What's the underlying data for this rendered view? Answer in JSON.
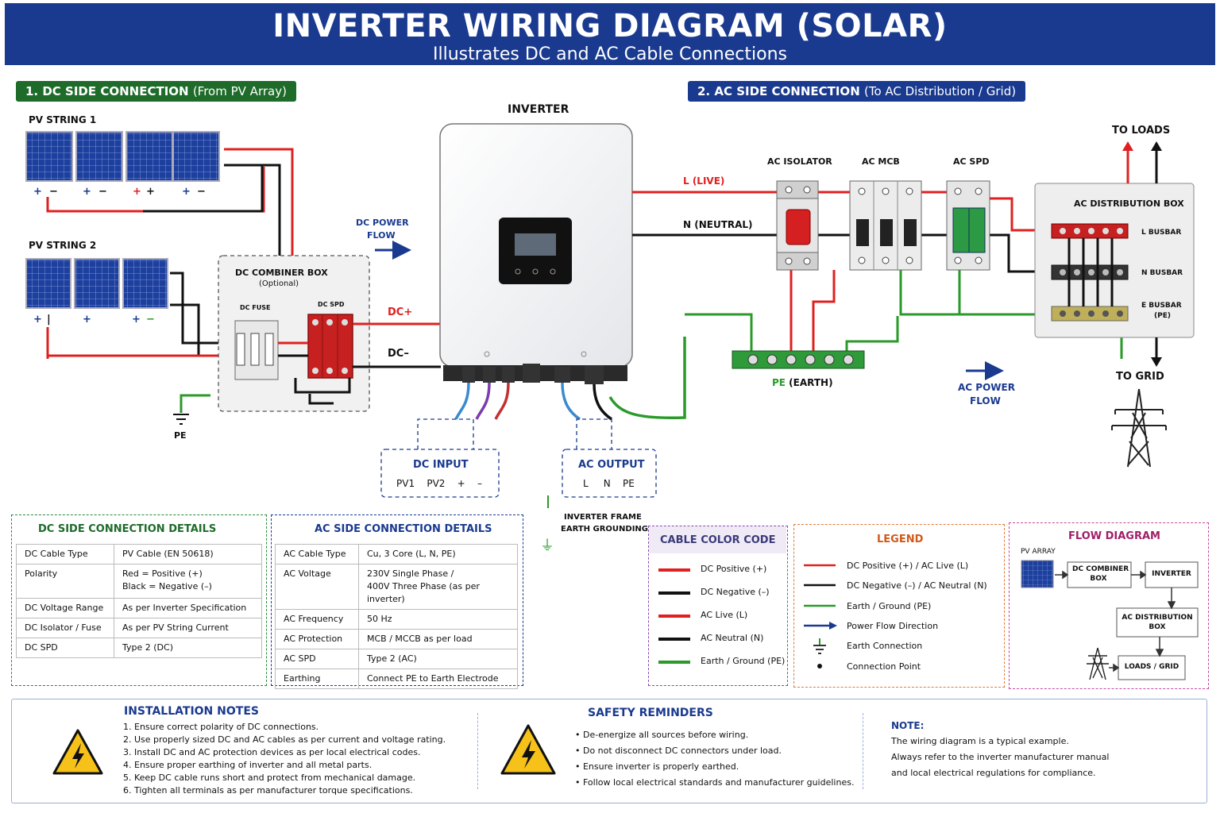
{
  "header": {
    "title": "INVERTER WIRING DIAGRAM (SOLAR)",
    "subtitle": "Illustrates DC and AC Cable Connections"
  },
  "sections": {
    "dc": {
      "label": "1. DC SIDE CONNECTION",
      "sub": "(From PV Array)"
    },
    "ac": {
      "label": "2. AC SIDE CONNECTION",
      "sub": "(To AC Distribution / Grid)"
    }
  },
  "diagram": {
    "pv_string_1": "PV STRING 1",
    "pv_string_2": "PV STRING 2",
    "combiner_title": "DC COMBINER BOX",
    "combiner_sub": "(Optional)",
    "dc_fuse": "DC FUSE",
    "dc_spd": "DC SPD",
    "pe_left": "PE",
    "dc_power_flow": [
      "DC POWER",
      "FLOW"
    ],
    "dc_plus": "DC+",
    "dc_minus": "DC–",
    "inverter": "INVERTER",
    "dc_input": {
      "title": "DC INPUT",
      "ports": "PV1    PV2    +    –"
    },
    "ac_output": {
      "title": "AC OUTPUT",
      "ports": "L     N    PE"
    },
    "inverter_frame": [
      "INVERTER FRAME",
      "EARTH GROUNDING"
    ],
    "l_live": "L (LIVE)",
    "n_neutral": "N (NEUTRAL)",
    "ac_isolator": "AC ISOLATOR",
    "ac_mcb": "AC MCB",
    "ac_spd": "AC SPD",
    "pe_earth": {
      "prefix": "PE",
      "rest": " (EARTH)"
    },
    "ac_power_flow": [
      "AC POWER",
      "FLOW"
    ],
    "to_loads": "TO LOADS",
    "to_grid": "TO GRID",
    "ac_dist_box": "AC DISTRIBUTION BOX",
    "l_busbar": "L BUSBAR",
    "n_busbar": "N BUSBAR",
    "e_busbar": [
      "E BUSBAR",
      "(PE)"
    ]
  },
  "dc_details": {
    "title": "DC SIDE CONNECTION DETAILS",
    "rows": [
      [
        "DC Cable Type",
        "PV Cable (EN 50618)"
      ],
      [
        "Polarity",
        "Red = Positive (+)\nBlack = Negative (–)"
      ],
      [
        "DC Voltage Range",
        "As per Inverter Specification"
      ],
      [
        "DC Isolator / Fuse",
        "As per PV String Current"
      ],
      [
        "DC SPD",
        "Type 2 (DC)"
      ]
    ]
  },
  "ac_details": {
    "title": "AC SIDE CONNECTION DETAILS",
    "rows": [
      [
        "AC Cable Type",
        "Cu, 3 Core (L, N, PE)"
      ],
      [
        "AC Voltage",
        "230V Single Phase /\n400V Three Phase (as per inverter)"
      ],
      [
        "AC Frequency",
        "50 Hz"
      ],
      [
        "AC Protection",
        "MCB / MCCB as per load"
      ],
      [
        "AC SPD",
        "Type 2 (AC)"
      ],
      [
        "Earthing",
        "Connect PE to Earth Electrode"
      ]
    ]
  },
  "cable_color_code": {
    "title": "CABLE COLOR CODE",
    "items": [
      {
        "label": "DC Positive (+)",
        "color": "#e02020"
      },
      {
        "label": "DC Negative (–)",
        "color": "#111111"
      },
      {
        "label": "AC Live (L)",
        "color": "#e02020"
      },
      {
        "label": "AC Neutral (N)",
        "color": "#111111"
      },
      {
        "label": "Earth / Ground (PE)",
        "color": "#2a9a2a"
      }
    ]
  },
  "legend": {
    "title": "LEGEND",
    "items": [
      "DC Positive (+) / AC Live (L)",
      "DC Negative (–) / AC Neutral (N)",
      "Earth / Ground (PE)",
      "Power Flow Direction",
      "Earth Connection",
      "Connection Point"
    ]
  },
  "flow_diagram": {
    "title": "FLOW DIAGRAM",
    "pv_array": "PV ARRAY",
    "combiner": [
      "DC COMBINER",
      "BOX"
    ],
    "inverter": "INVERTER",
    "ac_dist": [
      "AC DISTRIBUTION",
      "BOX"
    ],
    "loads_grid": "LOADS / GRID"
  },
  "installation_notes": {
    "title": "INSTALLATION NOTES",
    "items": [
      "1.  Ensure correct polarity of DC connections.",
      "2.  Use properly sized DC and AC cables as per current and voltage rating.",
      "3.  Install DC and AC protection devices as per local electrical codes.",
      "4.  Ensure proper earthing of inverter and all metal parts.",
      "5.  Keep DC cable runs short and protect from mechanical damage.",
      "6.  Tighten all terminals as per manufacturer torque specifications."
    ]
  },
  "safety": {
    "title": "SAFETY REMINDERS",
    "items": [
      "De-energize all sources before wiring.",
      "Do not disconnect DC connectors under load.",
      "Ensure inverter is properly earthed.",
      "Follow local electrical standards and manufacturer guidelines."
    ]
  },
  "note": {
    "title": "NOTE:",
    "lines": [
      "The wiring diagram is a typical example.",
      "Always refer to the inverter manufacturer manual",
      "and local electrical regulations for compliance."
    ]
  },
  "colors": {
    "header_bg": "#1a3a8f",
    "dc_green": "#1e6b2a",
    "ac_blue": "#1a3a8f",
    "red": "#e02020",
    "earth": "#2a9a2a"
  }
}
